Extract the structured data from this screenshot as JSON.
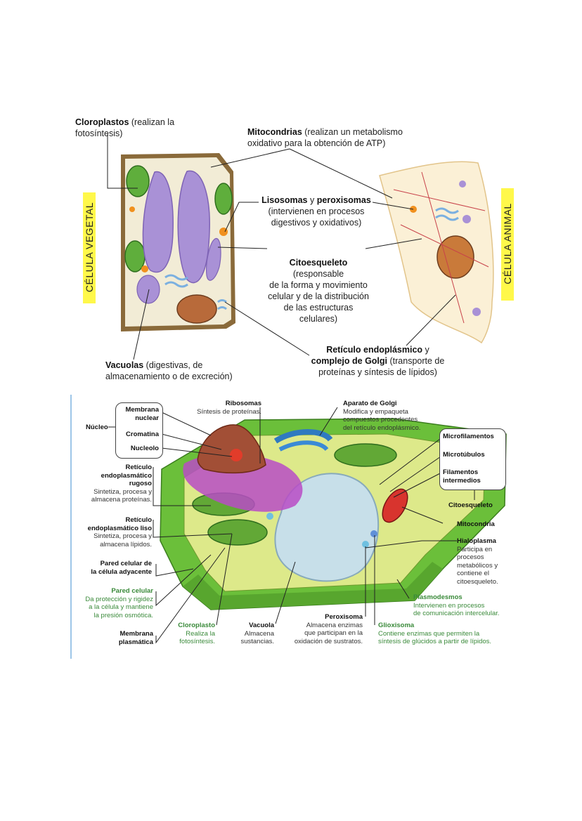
{
  "top": {
    "side_left": "CÉLULA VEGETAL",
    "side_right": "CÉLULA ANIMAL",
    "cloroplastos_bold": "Cloroplastos",
    "cloroplastos_l1": " (realizan la",
    "cloroplastos_l2": "fotosíntesis)",
    "mito_bold": "Mitocondrias",
    "mito_l1": " (realizan un metabolismo",
    "mito_l2": "oxidativo para la obtención de ATP)",
    "liso_bold": "Lisosomas",
    "liso_y": " y ",
    "perox_bold": "peroxisomas",
    "liso_l2": "(intervienen en procesos",
    "liso_l3": "digestivos y oxidativos)",
    "cito_bold": "Citoesqueleto",
    "cito_l1": " (responsable",
    "cito_l2": "de la forma y movimiento",
    "cito_l3": "celular y de la distribución",
    "cito_l4": "de las estructuras celulares)",
    "vac_bold": "Vacuolas",
    "vac_l1": " (digestivas, de",
    "vac_l2": "almacenamiento o de excreción)",
    "ret_bold": "Retículo endoplásmico",
    "ret_y": " y",
    "golgi_bold": "complejo de Golgi",
    "ret_l2": " (transporte de",
    "ret_l3": "proteínas y síntesis de lípidos)"
  },
  "bottom": {
    "nucleo": "Núcleo",
    "membrana_nuclear_1": "Membrana",
    "membrana_nuclear_2": "nuclear",
    "cromatina": "Cromatina",
    "nucleolo": "Nucleolo",
    "ribosomas": "Ribosomas",
    "ribosomas_desc": "Síntesis de proteínas.",
    "golgi": "Aparato de Golgi",
    "golgi_d1": "Modifica y empaqueta",
    "golgi_d2": "compuestos procedentes",
    "golgi_d3": "del retículo endoplásmico.",
    "microfilamentos": "Microfilamentos",
    "microtubulos": "Microtúbulos",
    "filamentos_1": "Filamentos",
    "filamentos_2": "intermedios",
    "citoesqueleto": "Citoesqueleto",
    "mitocondria": "Mitocondria",
    "hialoplasma": "Hialoplasma",
    "hialo_d1": "Participa en",
    "hialo_d2": "procesos",
    "hialo_d3": "metabólicos y",
    "hialo_d4": "contiene el",
    "hialo_d5": "citoesqueleto.",
    "rer_1": "Retículo",
    "rer_2": "endoplasmático",
    "rer_3": "rugoso",
    "rer_d1": "Sintetiza, procesa y",
    "rer_d2": "almacena proteínas.",
    "rel_1": "Retículo",
    "rel_2": "endoplasmático liso",
    "rel_d1": "Sintetiza, procesa y",
    "rel_d2": "almacena lípidos.",
    "pared_ady_1": "Pared celular de",
    "pared_ady_2": "la célula adyacente",
    "pared": "Pared celular",
    "pared_d1": "Da protección y rigidez",
    "pared_d2": "a la célula y mantiene",
    "pared_d3": "la presión osmótica.",
    "membrana_pl_1": "Membrana",
    "membrana_pl_2": "plasmática",
    "cloroplasto": "Cloroplasto",
    "cloro_d1": "Realiza la",
    "cloro_d2": "fotosíntesis.",
    "vacuola": "Vacuola",
    "vac_d1": "Almacena",
    "vac_d2": "sustancias.",
    "peroxisoma": "Peroxisoma",
    "perox_d1": "Almacena enzimas",
    "perox_d2": "que participan en la",
    "perox_d3": "oxidación de sustratos.",
    "glioxisoma": "Glioxisoma",
    "gliox_d1": "Contiene enzimas que permiten la",
    "gliox_d2": "síntesis de glúcidos a partir de lípidos.",
    "plasmodesmos": "Plasmodesmos",
    "plasmo_d1": "Intervienen en procesos",
    "plasmo_d2": "de comunicación intercelular."
  },
  "colors": {
    "accent_green": "#3a8a3a",
    "side_yellow": "#fff84a",
    "vacuole_purple": "#a991d6",
    "cell_wall_green": "#6bbf3a"
  }
}
